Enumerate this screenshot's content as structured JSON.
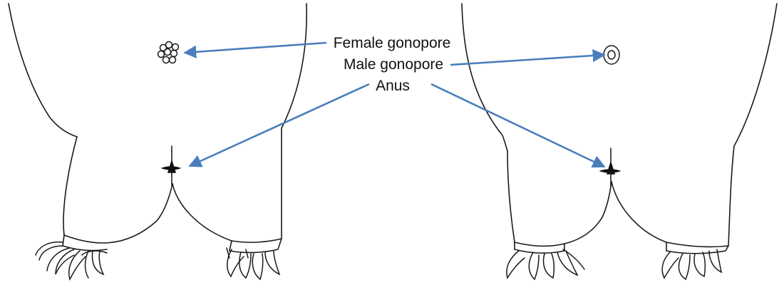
{
  "labels": {
    "female_gonopore": "Female gonopore",
    "male_gonopore": "Male gonopore",
    "anus": "Anus"
  },
  "colors": {
    "arrow": "#4a7ebb",
    "ink": "#1a1a1a"
  }
}
